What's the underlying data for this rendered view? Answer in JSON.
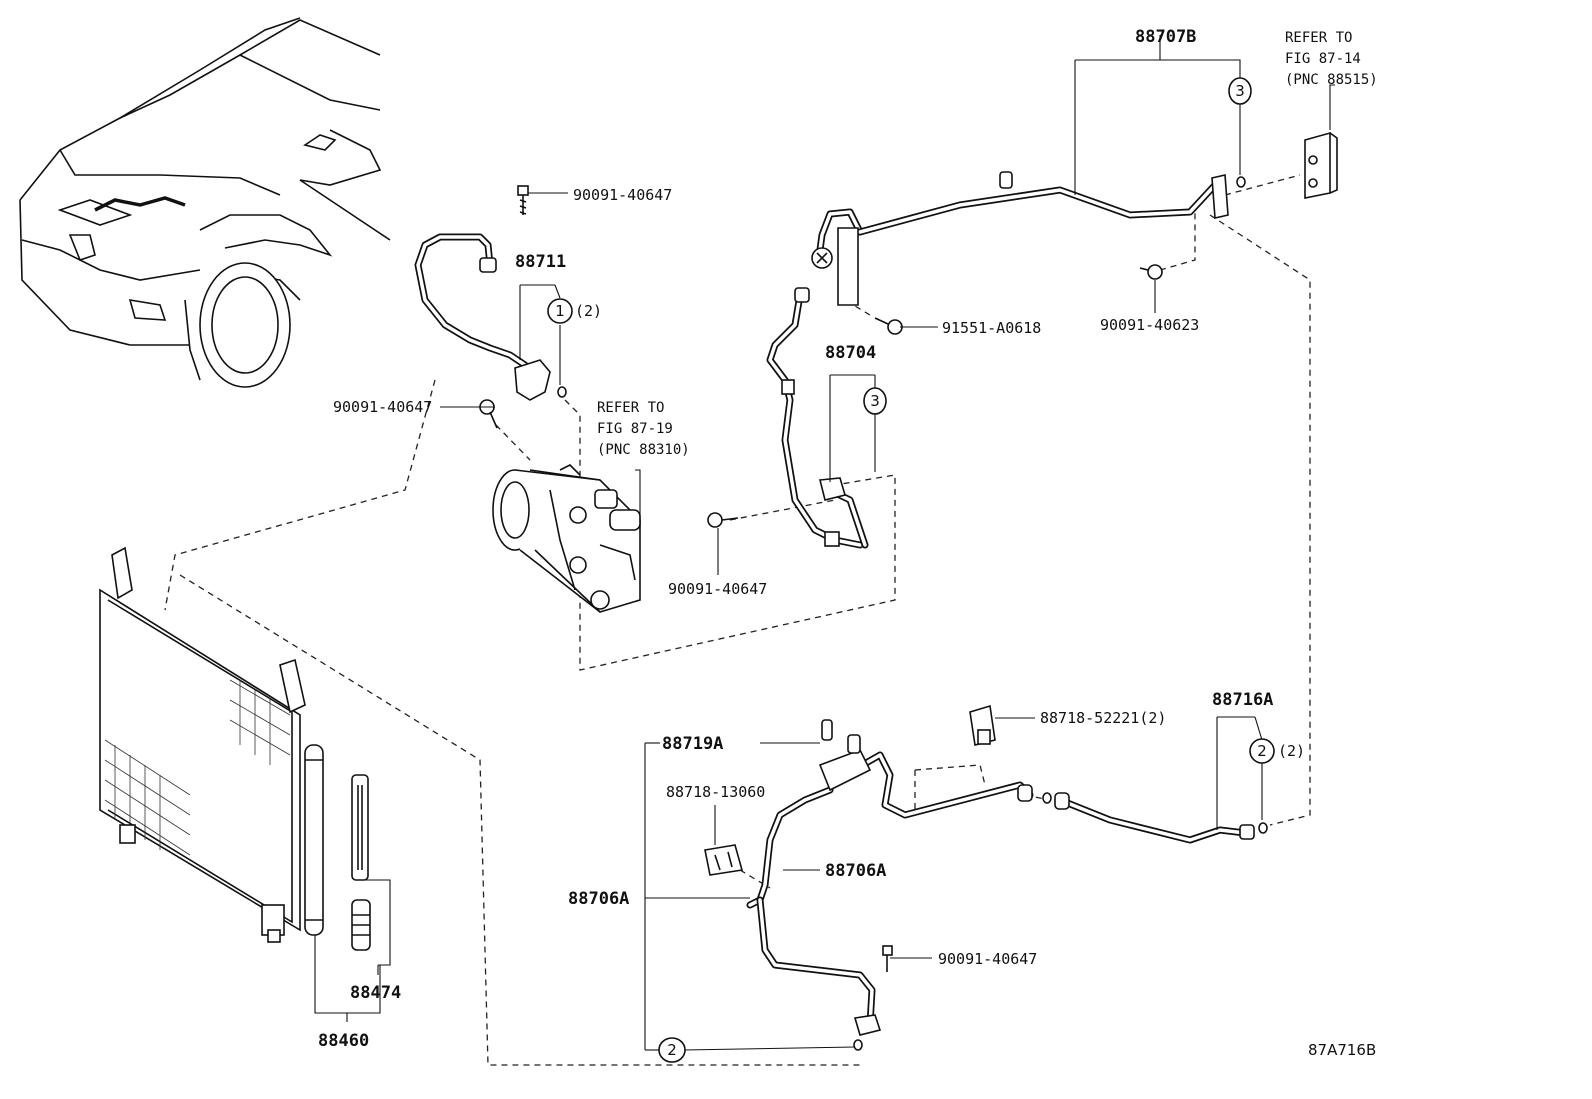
{
  "diagram_id": "87A716B",
  "labels": {
    "p88707B": "88707B",
    "refer_fig_87_14": [
      "REFER TO",
      "FIG 87-14",
      "(PNC 88515)"
    ],
    "p90091_40647_top": "90091-40647",
    "p88711": "88711",
    "p88711_qty": "(2)",
    "p90091_40647_left": "90091-40647",
    "refer_fig_87_19": [
      "REFER TO",
      "FIG 87-19",
      "(PNC 88310)"
    ],
    "p91551_A0618": "91551-A0618",
    "p90091_40623": "90091-40623",
    "p88704": "88704",
    "p90091_40647_mid": "90091-40647",
    "p88716A": "88716A",
    "p88716A_qty": "(2)",
    "p88718_52221": "88718-52221(2)",
    "p88719A": "88719A",
    "p88718_13060": "88718-13060",
    "p88706A_right": "88706A",
    "p88706A_left": "88706A",
    "p90091_40647_bottom": "90091-40647",
    "p88474": "88474",
    "p88460": "88460"
  },
  "callouts": {
    "c1": "1",
    "c2_top": "2",
    "c2_bottom": "2",
    "c3_top": "3",
    "c3_mid": "3"
  }
}
